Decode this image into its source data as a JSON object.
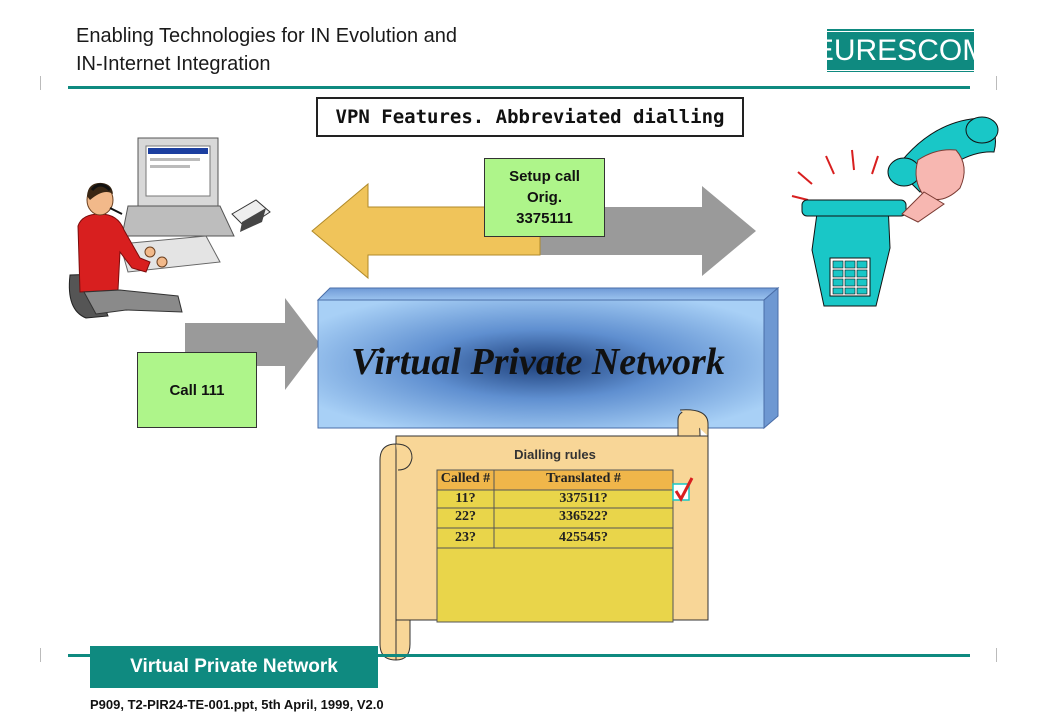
{
  "header": {
    "title_line1": "Enabling Technologies for IN Evolution and",
    "title_line2": "IN-Internet Integration",
    "logo": "EURESCOM"
  },
  "slide": {
    "title": "VPN Features. Abbreviated dialling"
  },
  "setup_call": {
    "line1": "Setup call",
    "line2": "Orig.",
    "line3": "3375111"
  },
  "call": {
    "label": "Call 111"
  },
  "network": {
    "label": "Virtual Private Network"
  },
  "dialling_rules": {
    "title": "Dialling rules",
    "headers": [
      "Called #",
      "Translated #"
    ],
    "rows": [
      {
        "called": "11?",
        "translated": "337511?",
        "checked": true
      },
      {
        "called": "22?",
        "translated": "336522?",
        "checked": false
      },
      {
        "called": "23?",
        "translated": "425545?",
        "checked": false
      }
    ]
  },
  "footer": {
    "label": "Virtual Private Network",
    "reference": "P909, T2-PIR24-TE-001.ppt, 5th April, 1999, V2.0"
  },
  "colors": {
    "teal": "#0f8a80",
    "green_box": "#aef58a",
    "scroll": "#f8d697",
    "table": "#e9d54a",
    "arrow_gold": "#f0c45a",
    "arrow_gray": "#9a9a9a",
    "network": "#9fc8f0"
  }
}
